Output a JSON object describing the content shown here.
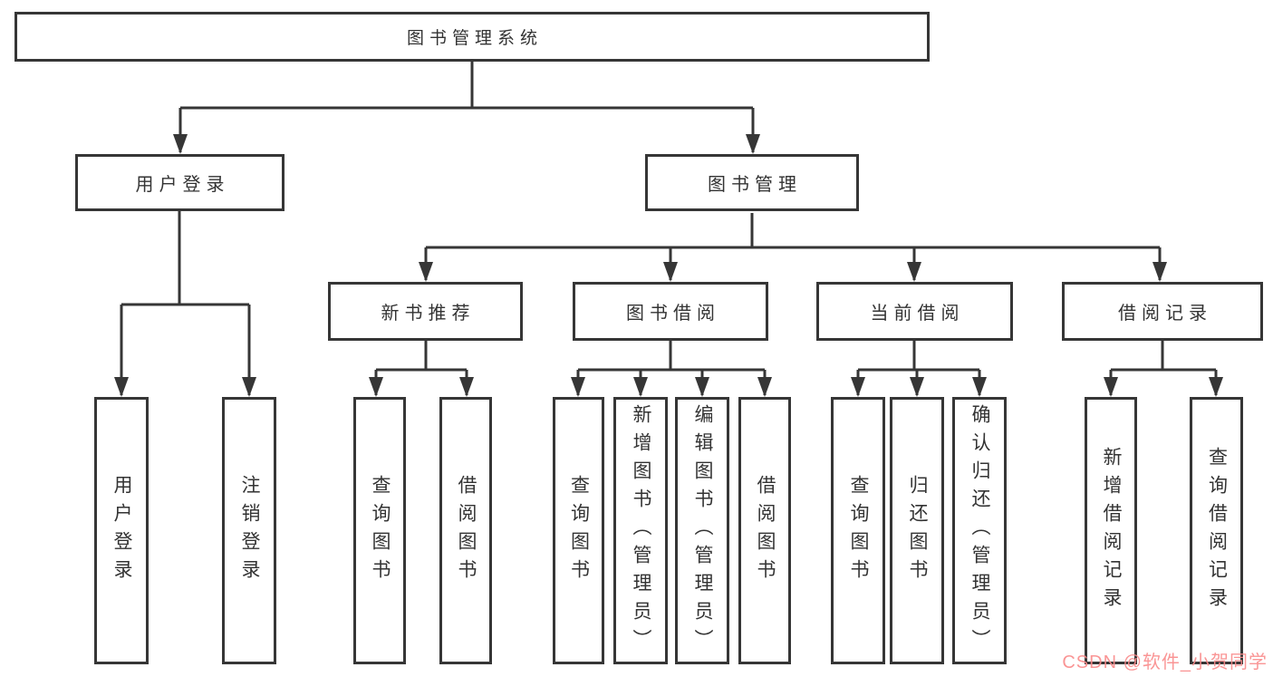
{
  "nodes": {
    "root": "图书管理系统",
    "user_login": "用户登录",
    "book_mgmt": "图书管理",
    "new_book": "新书推荐",
    "book_borrow": "图书借阅",
    "current_borrow": "当前借阅",
    "borrow_record": "借阅记录",
    "user_login_leaf": "用户登录",
    "logout_leaf": "注销登录",
    "nb_query": "查询图书",
    "nb_borrow": "借阅图书",
    "bb_query": "查询图书",
    "bb_add": "新增图书（管理员）",
    "bb_edit": "编辑图书（管理员）",
    "bb_borrow": "借阅图书",
    "cb_query": "查询图书",
    "cb_return": "归还图书",
    "cb_confirm": "确认归还（管理员）",
    "br_add": "新增借阅记录",
    "br_query": "查询借阅记录"
  },
  "watermark": {
    "text": "CSDN @软件_小贺同学",
    "color": "rgba(249,138,138,0.9)"
  },
  "colors": {
    "line": "#363636",
    "box_background": "#ffffff",
    "text": "#333333"
  }
}
